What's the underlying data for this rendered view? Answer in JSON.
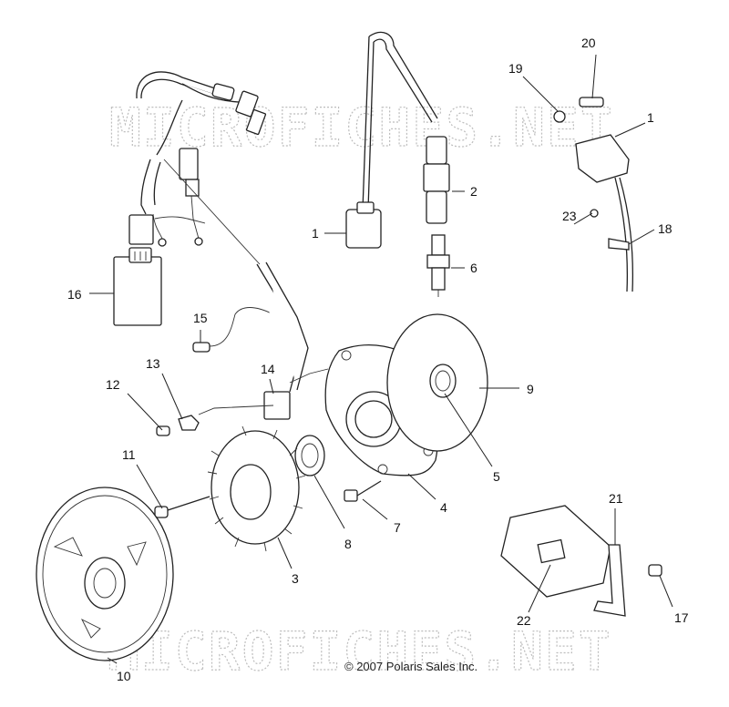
{
  "watermark": {
    "top": "MICROFICHES.NET",
    "bottom": "MICROFICHES.NET"
  },
  "copyright": "© 2007 Polaris Sales Inc.",
  "callouts": {
    "c1a": "1",
    "c1b": "1",
    "c2": "2",
    "c3": "3",
    "c4": "4",
    "c5": "5",
    "c6": "6",
    "c7": "7",
    "c8": "8",
    "c9": "9",
    "c10": "10",
    "c11": "11",
    "c12": "12",
    "c13": "13",
    "c14": "14",
    "c15": "15",
    "c16": "16",
    "c17": "17",
    "c18": "18",
    "c19": "19",
    "c20": "20",
    "c21": "21",
    "c22": "22",
    "c23": "23"
  }
}
